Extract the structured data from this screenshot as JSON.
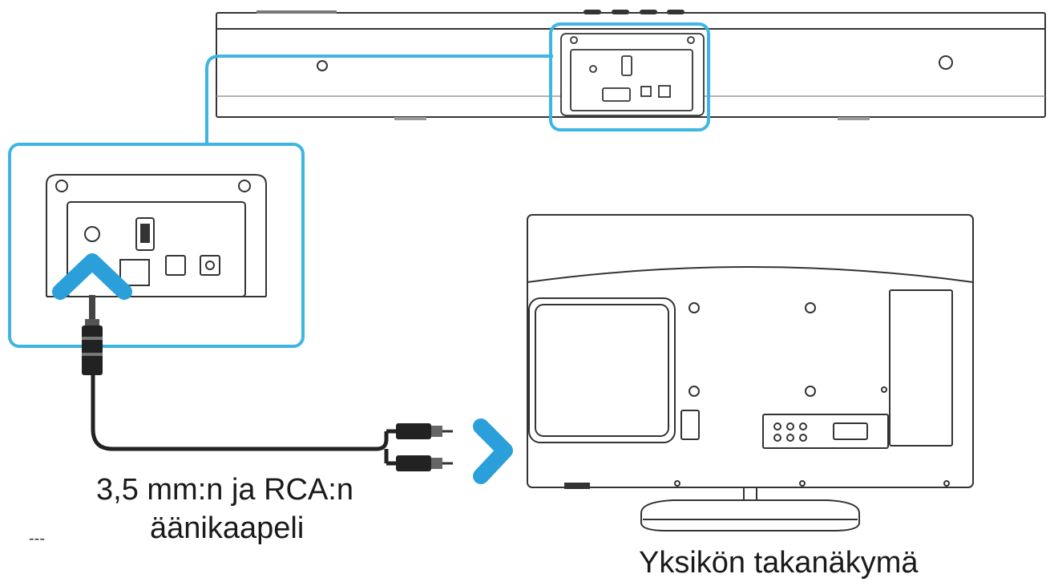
{
  "labels": {
    "cable_line1": "3,5 mm:n ja RCA:n",
    "cable_line2": "äänikaapeli",
    "rear_view": "Yksikön takanäkymä",
    "dash": "---"
  },
  "colors": {
    "highlight": "#3fb5e3",
    "arrow": "#2b9fd9",
    "line": "#333333",
    "cable": "#222222"
  },
  "icons": {
    "up_arrow": "chevron-up-icon",
    "right_arrow": "chevron-right-icon"
  }
}
